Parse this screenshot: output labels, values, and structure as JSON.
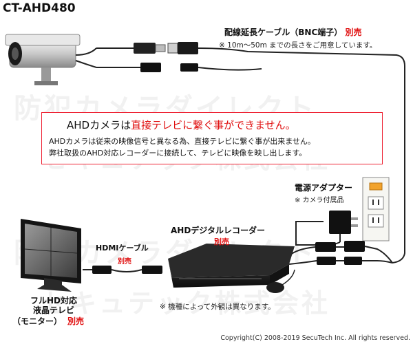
{
  "product": {
    "model": "CT-AHD480"
  },
  "cable": {
    "label": "配線延長ケーブル（BNC端子）",
    "tag": "別売",
    "note": "※ 10m～50m までの長さをご用意しています。"
  },
  "notice": {
    "headline_a": "AHDカメラは",
    "headline_b": "直接テレビに繋ぐ事ができません。",
    "line1": "AHDカメラは従来の映像信号と異なる為、直接テレビに繋ぐ事が出来ません。",
    "line2": "弊社取扱のAHD対応レコーダーに接続して、テレビに映像を映し出します。"
  },
  "power": {
    "label": "電源アダプター",
    "note": "※ カメラ付属品"
  },
  "recorder": {
    "label": "AHDデジタルレコーダー",
    "tag": "別売"
  },
  "hdmi": {
    "label": "HDMIケーブル",
    "tag": "別売"
  },
  "monitor": {
    "label_line1": "フルHD対応",
    "label_line2": "液晶テレビ",
    "label_line3": "（モニター）",
    "tag": "別売"
  },
  "footnote": "※ 機種によって外観は異なります。",
  "watermark": {
    "top_line1": "防犯カメラダイレクト",
    "top_line2": "セキュテック株式会社",
    "bottom_line1": "防犯カメラダイレクト",
    "bottom_line2": "セキュテック株式会社"
  },
  "copyright": "Copyright(C) 2008-2019 SecuTech Inc. All rights reserved.",
  "colors": {
    "accent_red": "#e01010",
    "cable": "#222222",
    "watermark": "#f1f1f1"
  }
}
